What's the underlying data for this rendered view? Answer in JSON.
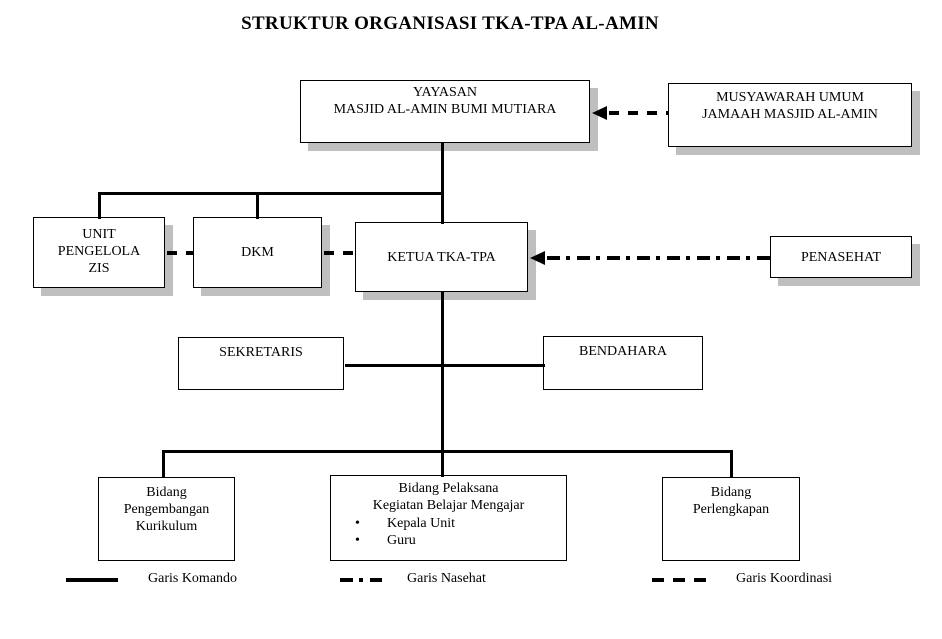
{
  "title": "STRUKTUR ORGANISASI TKA-TPA AL-AMIN",
  "bullet_glyph": "•",
  "boxes": {
    "yayasan": {
      "lines": [
        "YAYASAN",
        "MASJID AL-AMIN BUMI MUTIARA"
      ]
    },
    "musyawarah": {
      "lines": [
        "MUSYAWARAH UMUM",
        "JAMAAH MASJID AL-AMIN"
      ]
    },
    "unit_zis": {
      "lines": [
        "UNIT",
        "PENGELOLA",
        "ZIS"
      ]
    },
    "dkm": {
      "label": "DKM"
    },
    "ketua": {
      "label": "KETUA TKA-TPA"
    },
    "penasehat": {
      "label": "PENASEHAT"
    },
    "sekretaris": {
      "label": "SEKRETARIS"
    },
    "bendahara": {
      "label": "BENDAHARA"
    },
    "bidang_kurikulum": {
      "lines": [
        "Bidang",
        "Pengembangan",
        "Kurikulum"
      ]
    },
    "bidang_pelaksana": {
      "lines": [
        "Bidang Pelaksana",
        "Kegiatan Belajar Mengajar"
      ],
      "bullets": [
        "Kepala Unit",
        "Guru"
      ]
    },
    "bidang_perlengkapan": {
      "lines": [
        "Bidang",
        "Perlengkapan"
      ]
    }
  },
  "legend": {
    "komando": {
      "label": "Garis Komando",
      "style": "solid"
    },
    "nasehat": {
      "label": "Garis Nasehat",
      "style": "dashdot"
    },
    "koordinasi": {
      "label": "Garis Koordinasi",
      "style": "dashed"
    }
  },
  "colors": {
    "line": "#000000",
    "shadow": "#bfbfbf",
    "background": "#ffffff"
  }
}
